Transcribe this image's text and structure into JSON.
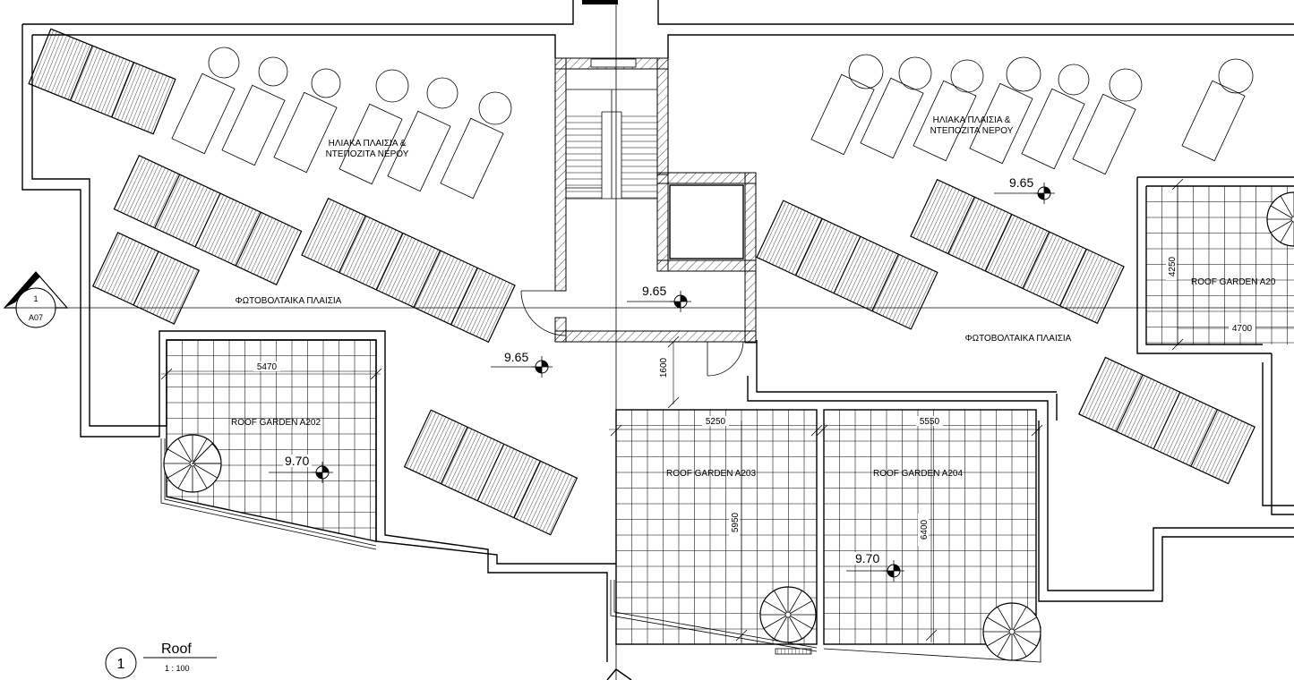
{
  "drawing": {
    "view_number": "1",
    "view_title": "Roof",
    "view_scale": "1 : 100"
  },
  "section_marker": {
    "number": "1",
    "sheet": "A07"
  },
  "labels": {
    "solar_west_1": "ΗΛΙΑΚΑ ΠΛΑΙΣΙΑ &",
    "solar_west_2": "ΝΤΕΠΟΖΙΤΑ ΝΕΡΟΥ",
    "solar_east_1": "ΗΛΙΑΚΑ ΠΛΑΙΣΙΑ &",
    "solar_east_2": "ΝΤΕΠΟΖΙΤΑ ΝΕΡΟΥ",
    "pv_west": "ΦΩΤΟΒΟΛΤΑΙΚΑ ΠΛΑΙΣΙΑ",
    "pv_east": "ΦΩΤΟΒΟΛΤΑΙΚΑ ΠΛΑΙΣΙΑ"
  },
  "gardens": {
    "a202": "ROOF GARDEN A202",
    "a203": "ROOF GARDEN A203",
    "a204": "ROOF GARDEN A204",
    "a205": "ROOF GARDEN A20"
  },
  "levels": {
    "core": "9.65",
    "west_roof": "9.65",
    "east_roof": "9.65",
    "a202": "9.70",
    "a204": "9.70"
  },
  "dimensions": {
    "a202_width": "5470",
    "a203_width": "5250",
    "a204_width": "5550",
    "a203_depth": "5950",
    "a204_depth": "6400",
    "a205_depth": "4250",
    "a205_width": "4700",
    "core_gap": "1600"
  }
}
